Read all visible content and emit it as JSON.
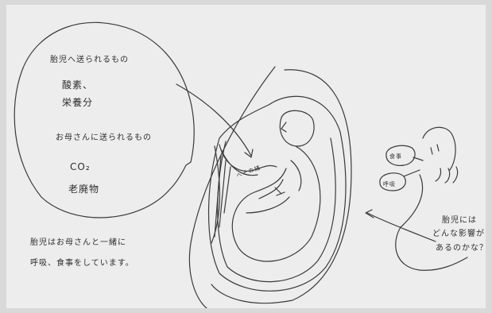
{
  "left_bubble": {
    "to_baby_title": "胎児へ送られるもの",
    "to_baby_item1": "酸素、",
    "to_baby_item2": "栄養分",
    "to_mother_title": "お母さんに送られるもの",
    "to_mother_item1": "CO₂",
    "to_mother_item2": "老廃物"
  },
  "note": {
    "line1": "胎児はお母さんと一緒に",
    "line2": "呼吸、食事をしています。"
  },
  "diagram": {
    "cord_label": "へその緒"
  },
  "child": {
    "bubble_eat": "食事",
    "bubble_breath": "呼吸",
    "question_line1": "胎児には",
    "question_line2": "どんな影響が",
    "question_line3": "あるのかな？"
  },
  "colors": {
    "paper": "#ededed",
    "ink": "#2f2f2f"
  }
}
